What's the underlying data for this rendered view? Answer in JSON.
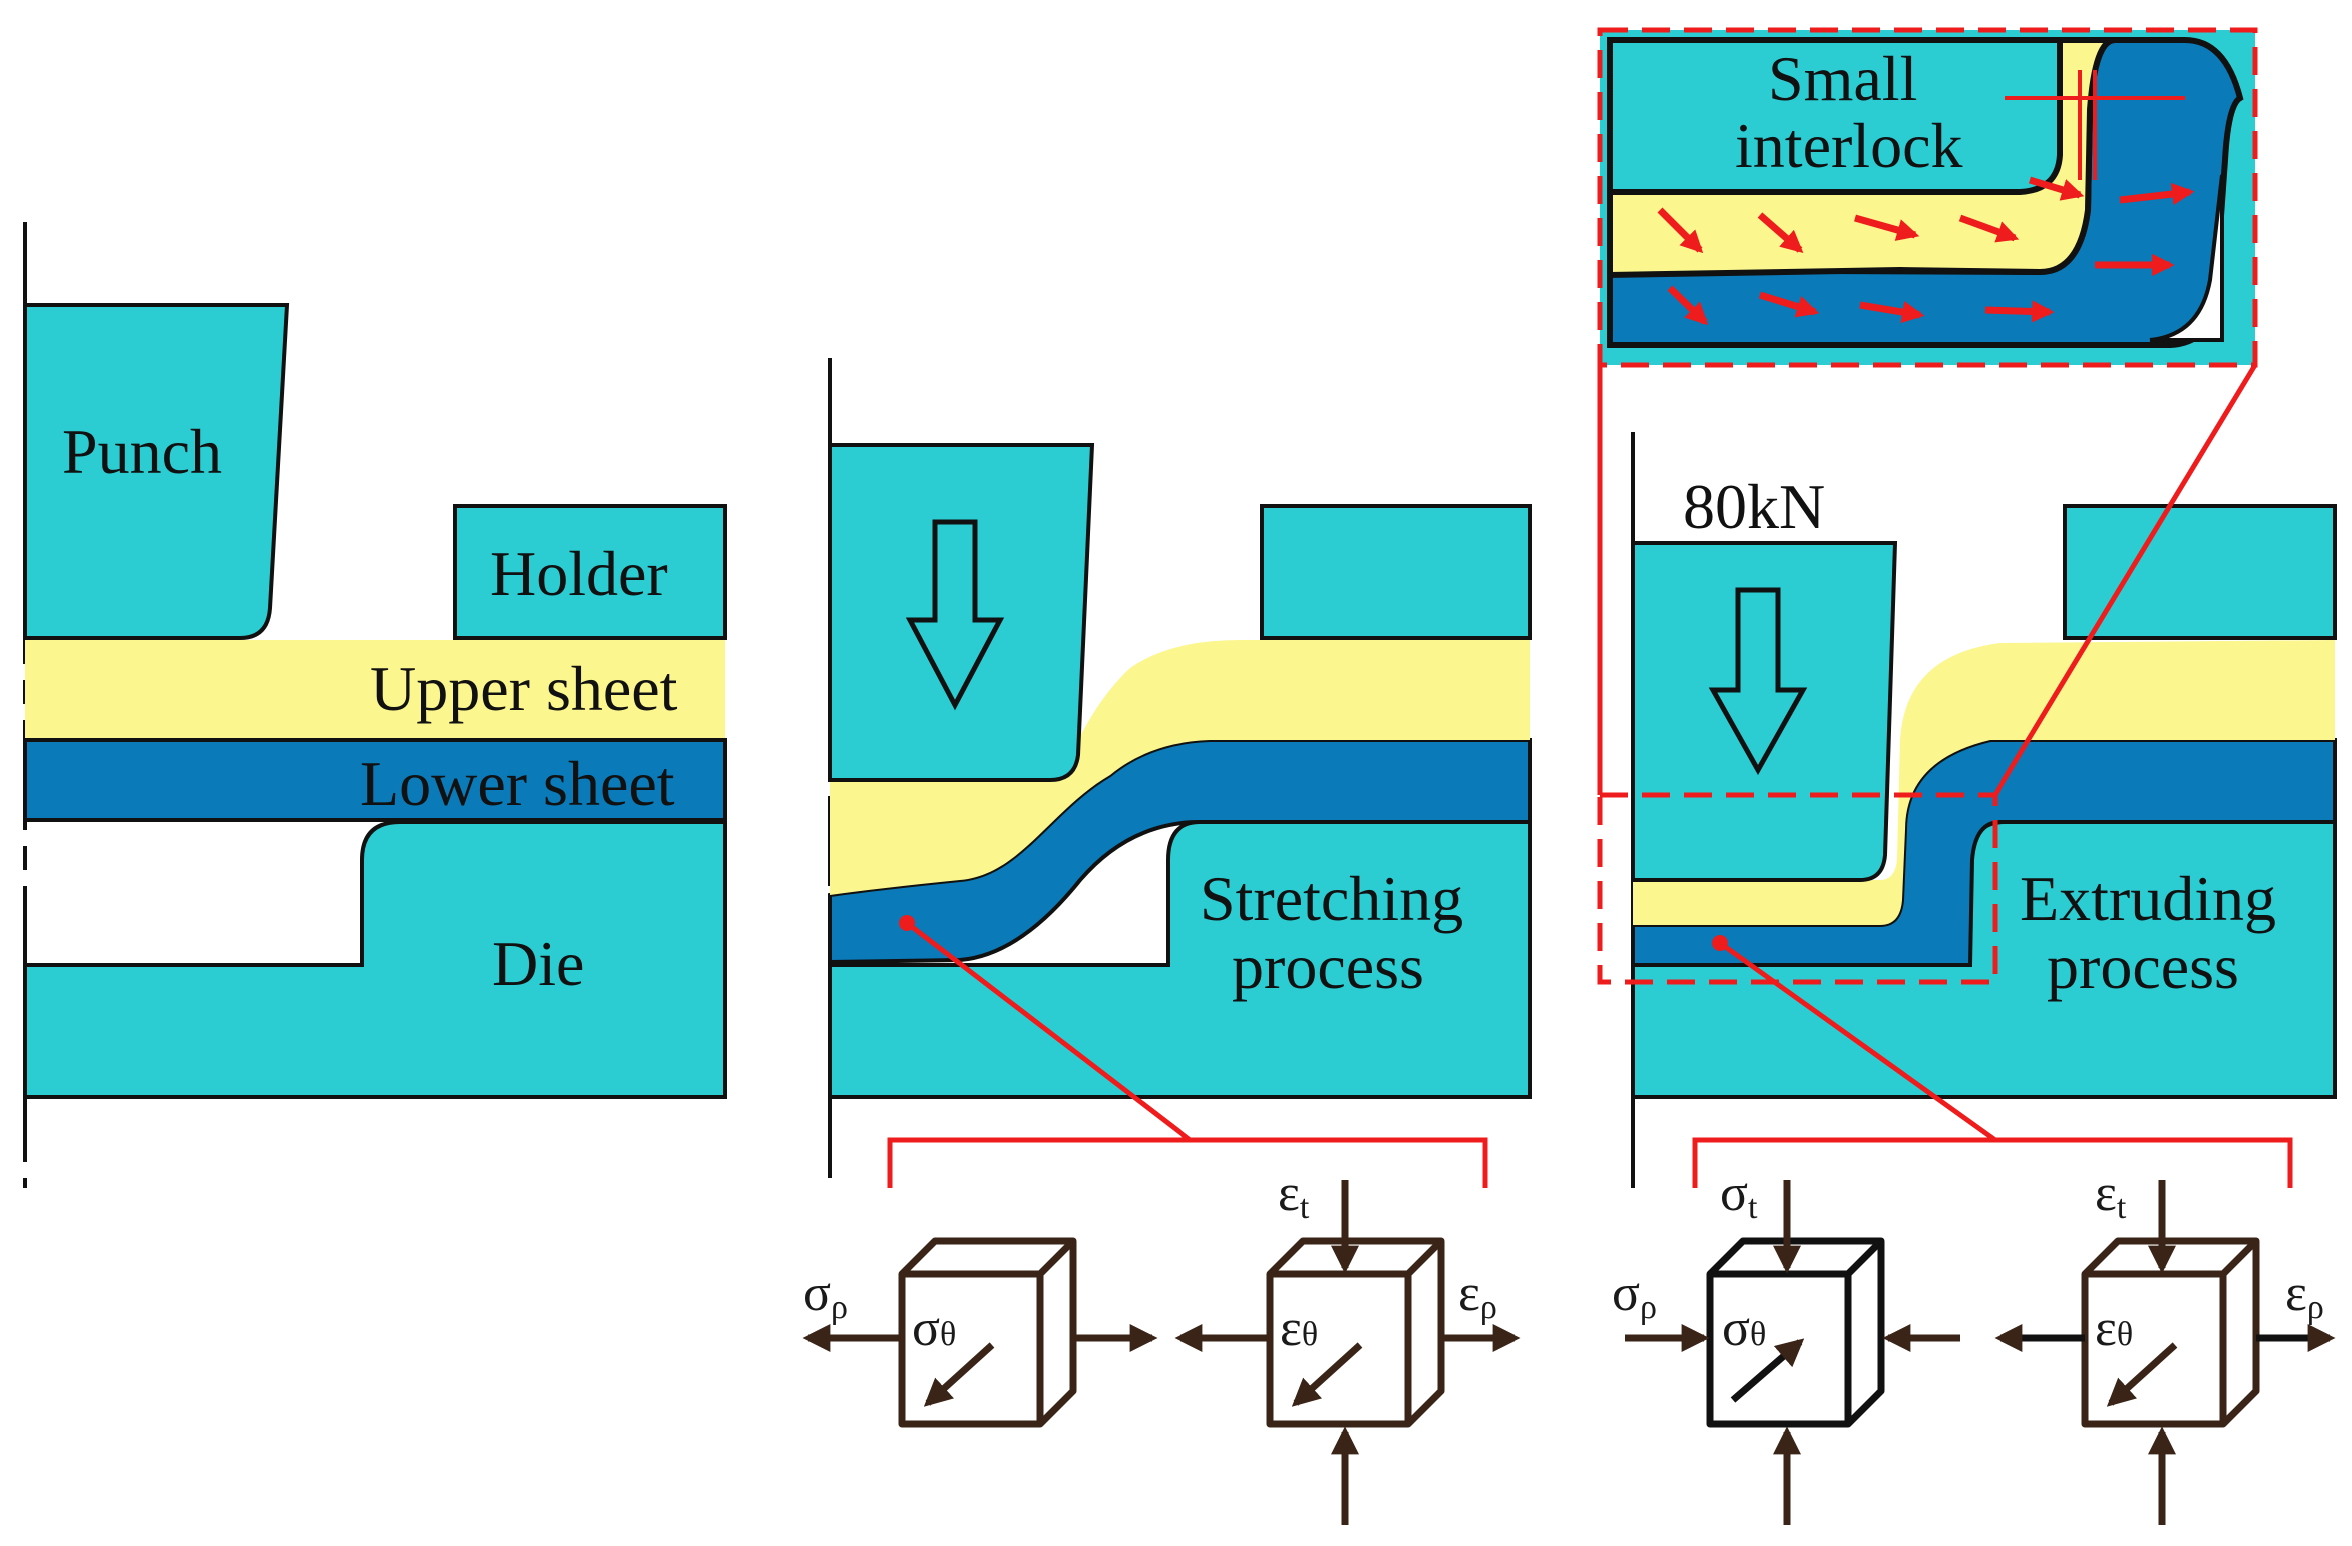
{
  "labels": {
    "punch": "Punch",
    "holder": "Holder",
    "upper_sheet": "Upper sheet",
    "lower_sheet": "Lower sheet",
    "die": "Die",
    "stretching_1": "Stretching",
    "stretching_2": "process",
    "extruding_1": "Extruding",
    "extruding_2": "process",
    "force": "80kN",
    "small_1": "Small",
    "small_2": "interlock"
  },
  "symbols": {
    "sigma": "σ",
    "epsilon": "ε",
    "rho": "ρ",
    "theta": "θ",
    "t": "t"
  },
  "colors": {
    "tool": "#2ccdd2",
    "upper_sheet": "#fbf68d",
    "lower_sheet": "#0a7ab8",
    "highlight": "#ee1c1c",
    "arrow_dark": "#3a2418",
    "outline": "#111111"
  }
}
